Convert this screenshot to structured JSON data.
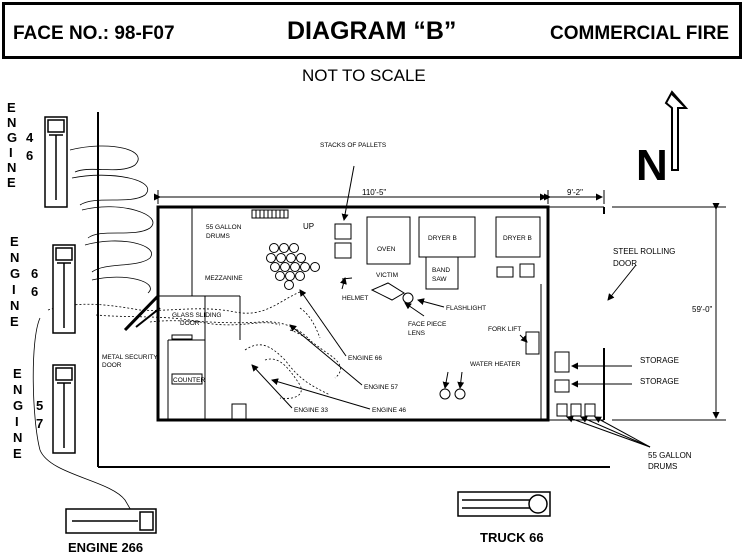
{
  "header": {
    "face_no": "FACE NO.:  98-F07",
    "title": "DIAGRAM  “B”",
    "incident_type": "COMMERCIAL FIRE"
  },
  "scale_note": "NOT TO SCALE",
  "dimensions": {
    "width_main": "110'-5\"",
    "width_side": "9'-2\"",
    "depth": "59'-0\""
  },
  "labels": {
    "stacks_of_pallets": "STACKS OF PALLETS",
    "up": "UP",
    "drums_55_a": "55 GALLON",
    "drums_55_b": "DRUMS",
    "oven": "OVEN",
    "dryer_a": "DRYER B",
    "dryer_b": "DRYER B",
    "victim": "VICTIM",
    "band_saw_a": "BAND",
    "band_saw_b": "SAW",
    "mezzanine": "MEZZANINE",
    "helmet": "HELMET",
    "flashlight": "FLASHLIGHT",
    "face_piece_a": "FACE PIECE",
    "face_piece_b": "LENS",
    "fork_lift": "FORK LIFT",
    "water_heater": "WATER HEATER",
    "glass_door_a": "GLASS SLIDING",
    "glass_door_b": "DOOR",
    "metal_door_a": "METAL SECURITY",
    "metal_door_b": "DOOR",
    "counter": "COUNTER",
    "engine_66_path": "ENGINE 66",
    "engine_57_path": "ENGINE 57",
    "engine_33_path": "ENGINE 33",
    "engine_46_path": "ENGINE 46",
    "steel_door_a": "STEEL ROLLING",
    "steel_door_b": "DOOR",
    "storage_1": "STORAGE",
    "storage_2": "STORAGE",
    "outside_drums_a": "55 GALLON",
    "outside_drums_b": "DRUMS"
  },
  "apparatus": {
    "engine_46_word": "ENGINE",
    "engine_46_num": "46",
    "engine_66_word": "ENGINE",
    "engine_66_num": "66",
    "engine_57_word": "ENGINE",
    "engine_57_num": "57",
    "engine_266": "ENGINE 266",
    "truck_66": "TRUCK 66"
  },
  "north_arrow": {
    "letter": "N"
  }
}
